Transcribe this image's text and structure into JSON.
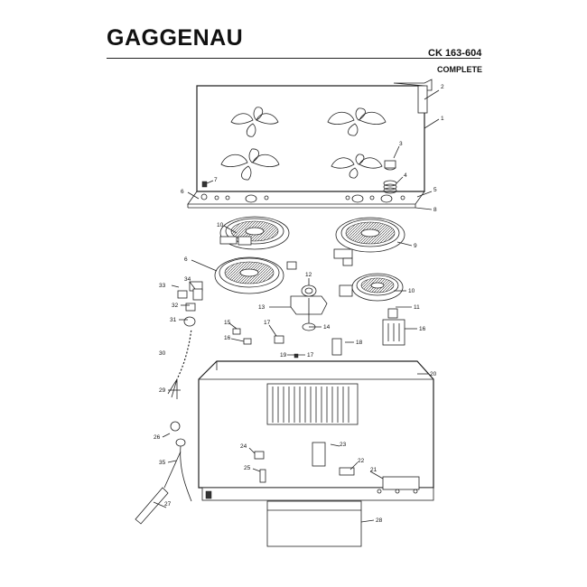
{
  "header": {
    "brand": "GAGGENAU",
    "model": "CK 163-604",
    "variant": "COMPLETE"
  },
  "callouts": {
    "c1": "1",
    "c2": "2",
    "c3": "3",
    "c4": "4",
    "c5": "5",
    "c6": "6",
    "c7": "7",
    "c8": "8",
    "c9": "9",
    "c10a": "10",
    "c10b": "10",
    "c11": "11",
    "c12": "12",
    "c13": "13",
    "c14": "14",
    "c15": "15",
    "c16a": "16",
    "c16b": "16",
    "c17a": "17",
    "c17b": "17",
    "c18": "18",
    "c19": "19",
    "c20": "20",
    "c21": "21",
    "c22": "22",
    "c23": "23",
    "c24": "24",
    "c25": "25",
    "c26": "26",
    "c27": "27",
    "c28": "28",
    "c29": "29",
    "c30": "30",
    "c31": "31",
    "c32": "32",
    "c33": "33",
    "c34": "34",
    "c35": "35",
    "c6b": "6"
  }
}
